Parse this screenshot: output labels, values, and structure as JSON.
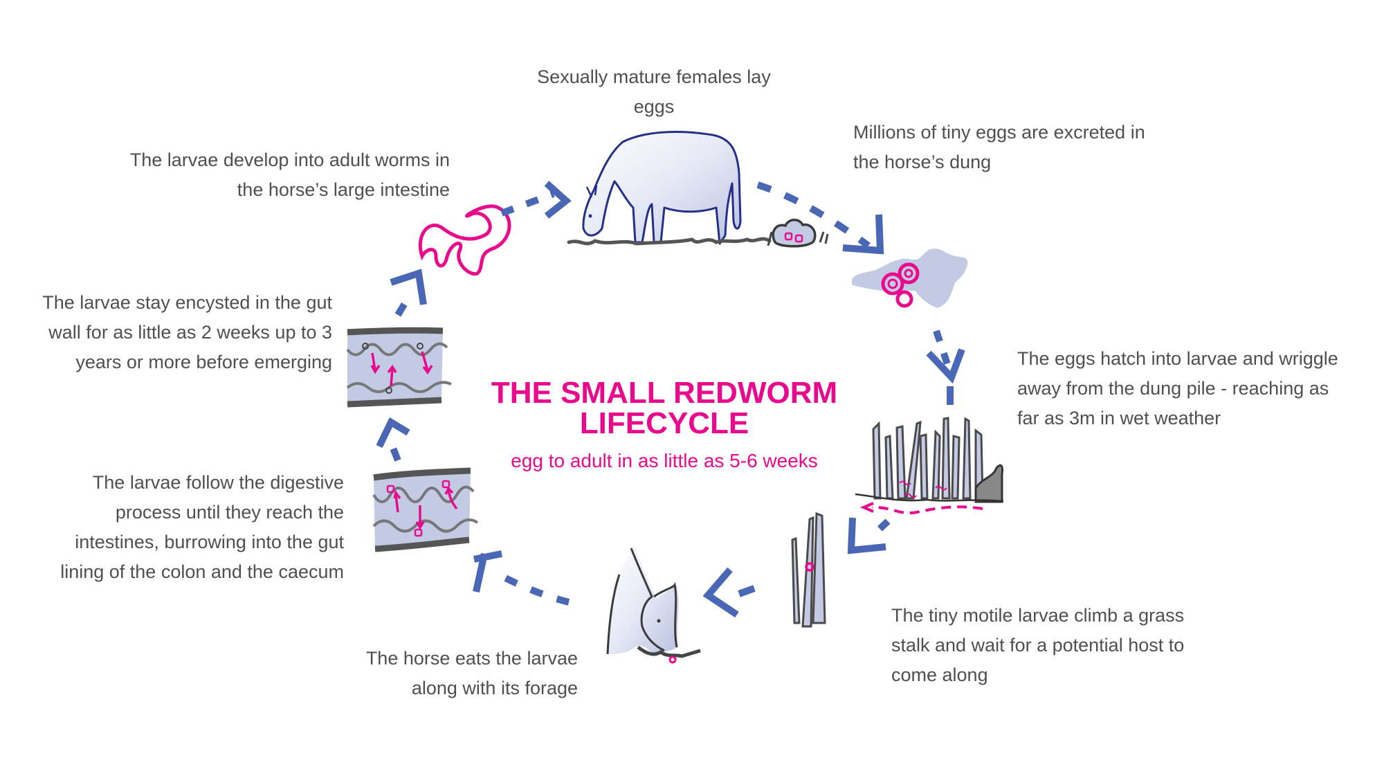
{
  "title": {
    "line1": "THE SMALL REDWORM",
    "line2": "LIFECYCLE",
    "subtitle": "egg to adult in as little as 5-6 weeks"
  },
  "colors": {
    "accent_pink": "#e8098c",
    "arrow_blue": "#4a67b5",
    "text_gray": "#4f4f4f",
    "fill_lavender": "#c3cbe4",
    "outline_dark": "#4a4a4a"
  },
  "stages": [
    {
      "id": "lay-eggs",
      "icon": "grazing-horse-icon",
      "lines": [
        "Sexually mature females lay",
        "eggs"
      ]
    },
    {
      "id": "excreted",
      "icon": "dung-eggs-icon",
      "lines": [
        "Millions of tiny eggs are excreted in",
        "the horse’s dung"
      ]
    },
    {
      "id": "hatch",
      "icon": "grass-larvae-icon",
      "lines": [
        "The eggs hatch into larvae and wriggle",
        "away from the dung pile - reaching as",
        "far as 3m in wet weather"
      ]
    },
    {
      "id": "climb",
      "icon": "grass-stalk-larva-icon",
      "lines": [
        "The tiny motile larvae climb a grass",
        "stalk and wait for a potential host to",
        "come along"
      ]
    },
    {
      "id": "eaten",
      "icon": "horse-eating-icon",
      "lines": [
        "The horse eats the larvae",
        "along with its forage"
      ]
    },
    {
      "id": "burrow",
      "icon": "gut-burrowing-icon",
      "lines": [
        "The larvae follow the digestive",
        "process until they reach the",
        "intestines, burrowing into the gut",
        "lining of the colon and the caecum"
      ]
    },
    {
      "id": "encysted",
      "icon": "gut-encysted-icon",
      "lines": [
        "The larvae stay encysted in the gut",
        "wall for as little as 2 weeks up to 3",
        "years or more before emerging"
      ]
    },
    {
      "id": "adult",
      "icon": "adult-worm-icon",
      "lines": [
        "The larvae develop into adult worms in",
        "the horse’s large intestine"
      ]
    }
  ]
}
